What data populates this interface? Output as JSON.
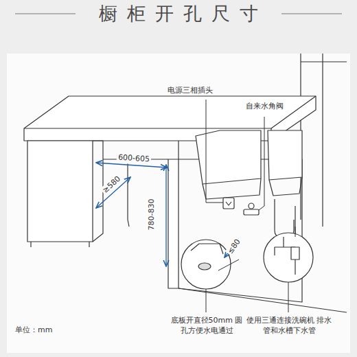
{
  "diagram": {
    "title": "橱柜开孔尺寸",
    "labels": [
      "电源三相插头",
      "自来水角阀",
      "600-605",
      "≥580",
      "780-830",
      "≤80",
      "底板开直径50mm 圆孔方便水电通过",
      "使用三通连接洗碗机 排水管和水槽下水管",
      "单位：mm"
    ]
  }
}
